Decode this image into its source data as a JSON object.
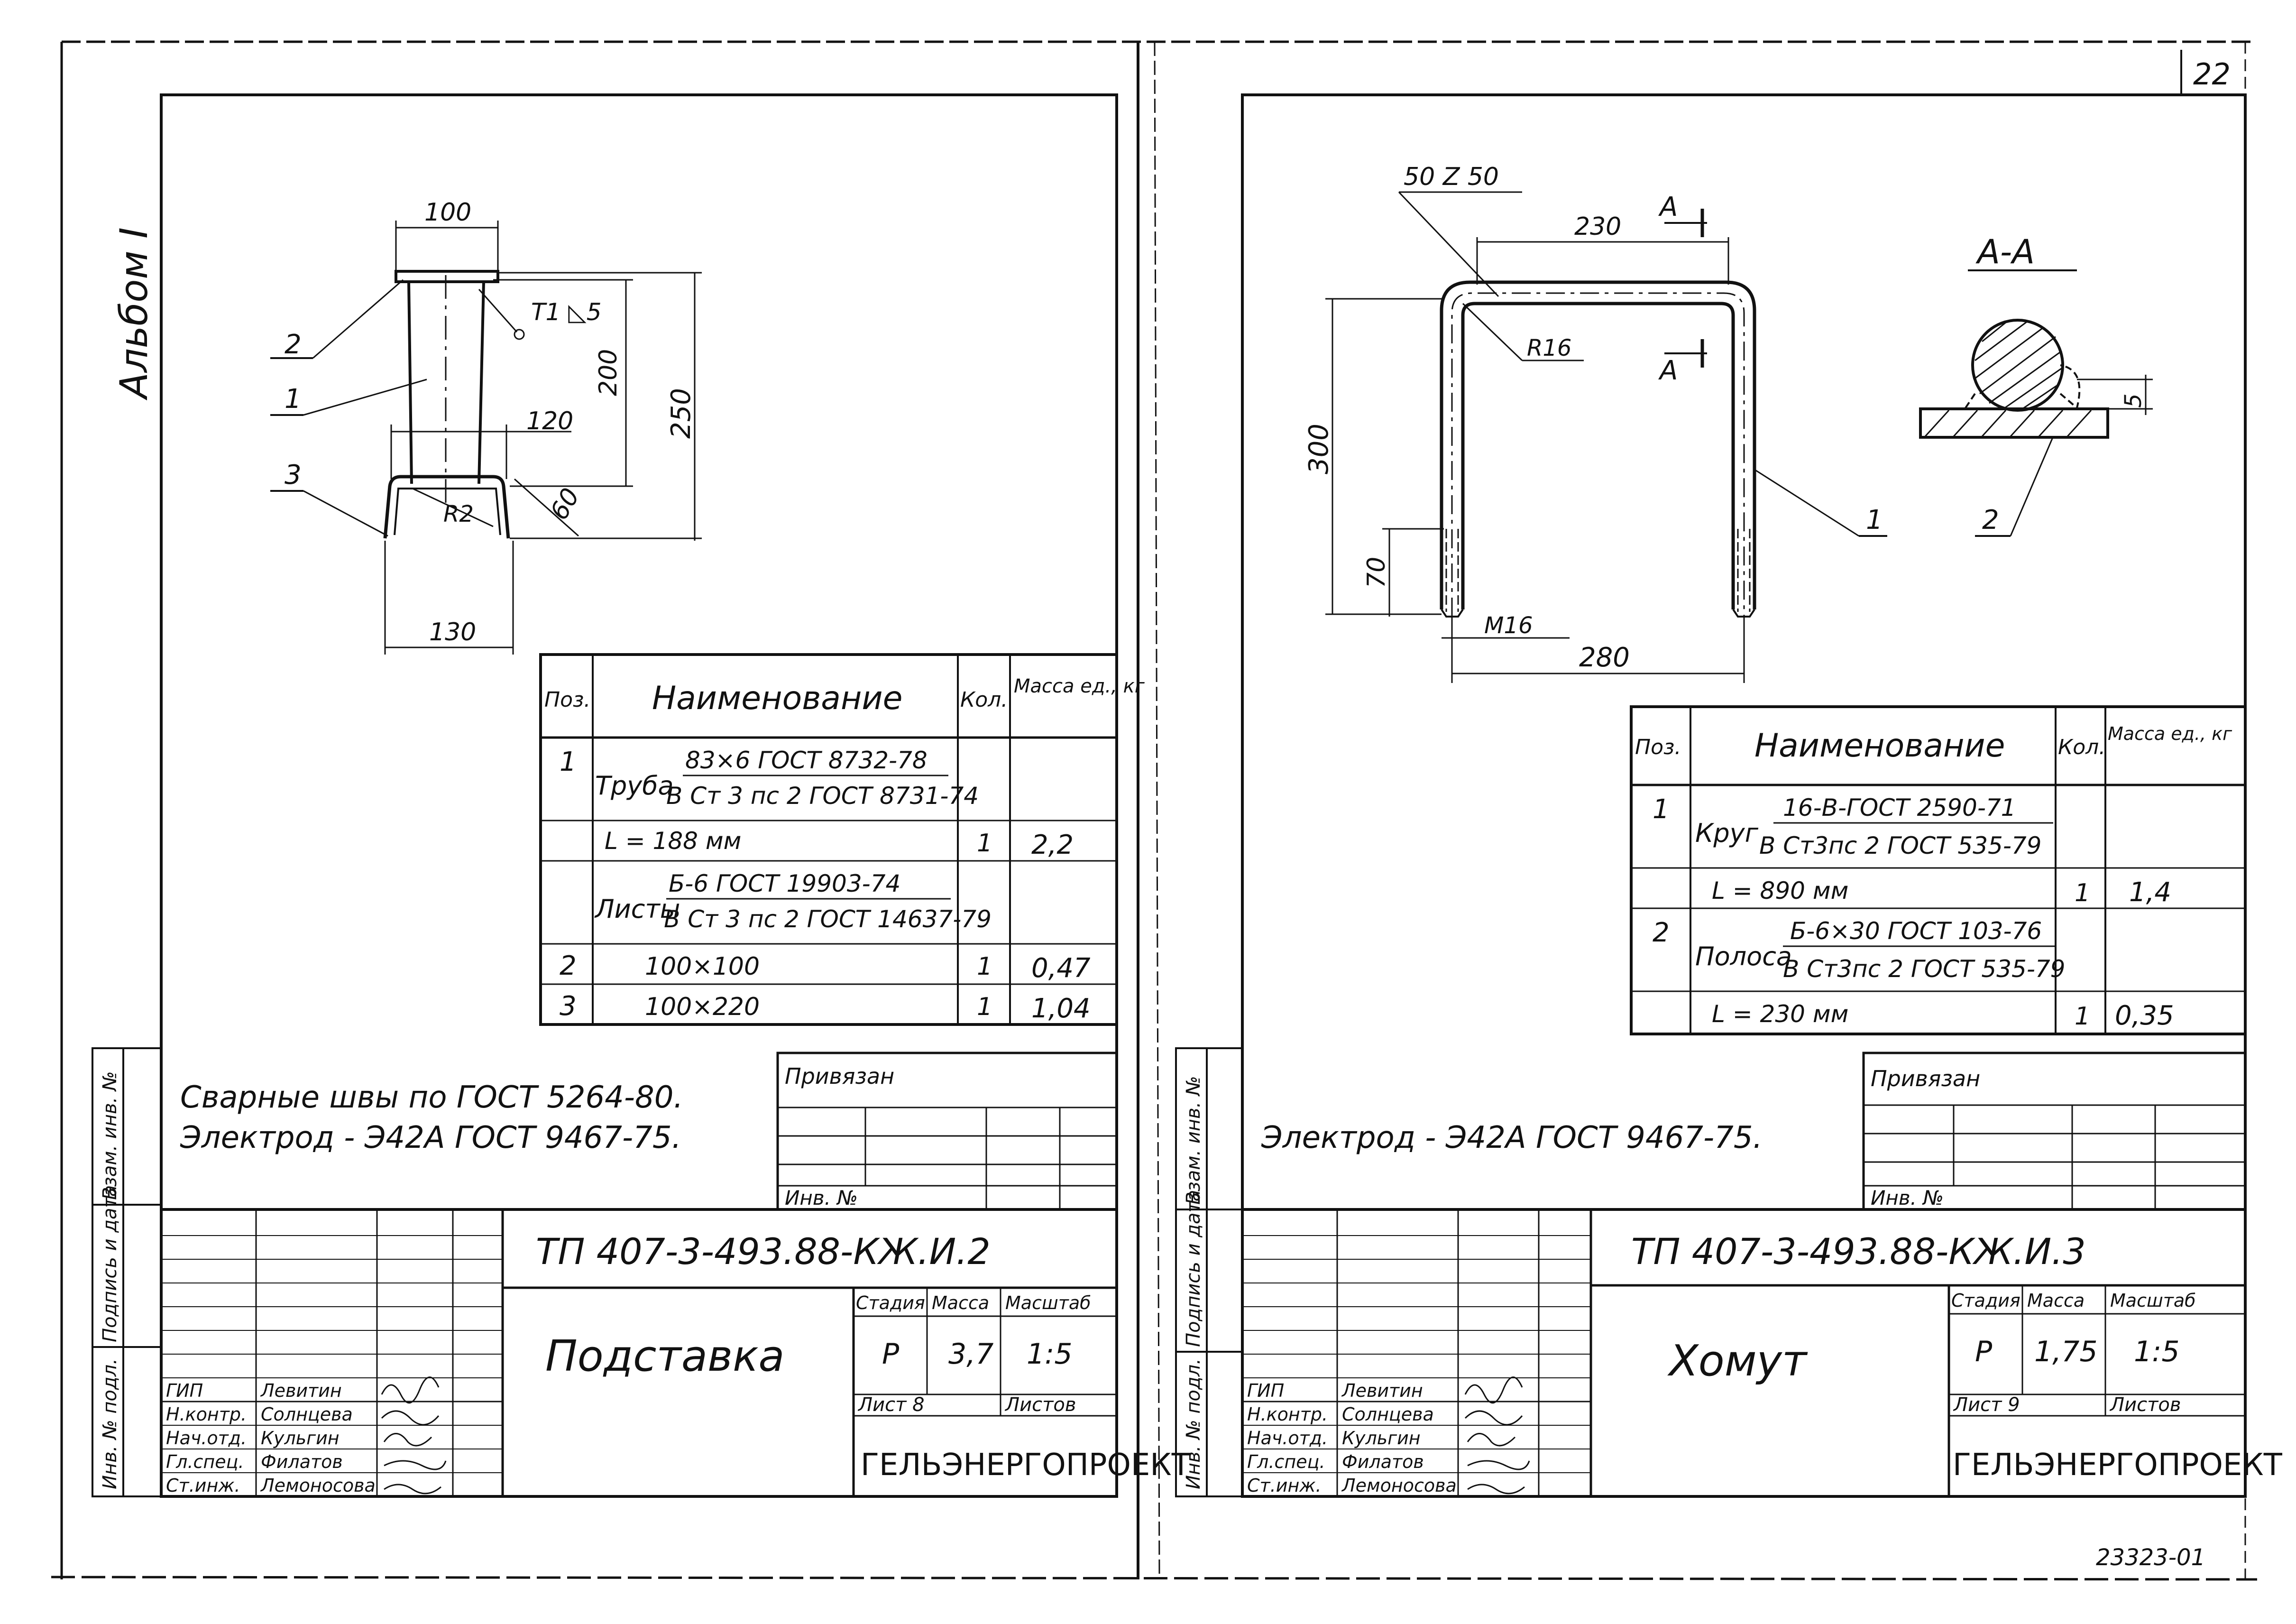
{
  "page": {
    "number": "22",
    "code": "23323-01"
  },
  "album": "Альбом I",
  "left": {
    "part_labels": [
      "1",
      "2",
      "3"
    ],
    "dims": {
      "d100": "100",
      "d120": "120",
      "d130": "130",
      "d200": "200",
      "d250": "250",
      "d60": "60",
      "r2": "R2",
      "weld": "T1 ◺5"
    },
    "spec": {
      "headers": [
        "Поз.",
        "Наименование",
        "Кол.",
        "Масса ед., кг"
      ],
      "rows": [
        {
          "pos": "1",
          "prefix": "Труба",
          "l1": "83×6 ГОСТ 8732-78",
          "l2": "В Ст 3 пс 2 ГОСТ 8731-74",
          "qty": "",
          "mass": ""
        },
        {
          "pos": "",
          "prefix": "",
          "l1": "L = 188 мм",
          "l2": "",
          "qty": "1",
          "mass": "2,2"
        },
        {
          "pos": "",
          "prefix": "Листы",
          "l1": "Б-6 ГОСТ 19903-74",
          "l2": "В Ст 3 пс 2 ГОСТ 14637-79",
          "qty": "",
          "mass": ""
        },
        {
          "pos": "2",
          "prefix": "",
          "l1": "100×100",
          "l2": "",
          "qty": "1",
          "mass": "0,47"
        },
        {
          "pos": "3",
          "prefix": "",
          "l1": "100×220",
          "l2": "",
          "qty": "1",
          "mass": "1,04"
        }
      ]
    },
    "notes": [
      "Сварные швы по ГОСТ 5264-80.",
      "Электрод - Э42А ГОСТ 9467-75."
    ],
    "stamp": {
      "privyazan": "Привязан",
      "inv": "Инв. №",
      "code": "ТП 407-3-493.88-КЖ.И.2",
      "title": "Подставка",
      "stadiya_h": "Стадия",
      "massa_h": "Масса",
      "masshtab_h": "Масштаб",
      "stadiya": "Р",
      "massa": "3,7",
      "masshtab": "1:5",
      "list": "Лист 8",
      "listov": "Листов",
      "org": "ГЕЛЬЭНЕРГОПРОЕКТ",
      "people": [
        {
          "role": "ГИП",
          "name": "Левитин"
        },
        {
          "role": "Н.контр.",
          "name": "Солнцева"
        },
        {
          "role": "Нач.отд.",
          "name": "Кульгин"
        },
        {
          "role": "Гл.спец.",
          "name": "Филатов"
        },
        {
          "role": "Ст.инж.",
          "name": "Лемоносова"
        }
      ]
    },
    "side_labels": [
      "Инв. № подл.",
      "Подпись и дата",
      "Взам. инв. №"
    ]
  },
  "right": {
    "part_labels": [
      "1",
      "2"
    ],
    "dims": {
      "d5050": "50 Z 50",
      "d230": "230",
      "d300": "300",
      "d70": "70",
      "d280": "280",
      "m16": "M16",
      "r16": "R16",
      "sec": "А",
      "d5": "5"
    },
    "section_title": "А-А",
    "spec": {
      "headers": [
        "Поз.",
        "Наименование",
        "Кол.",
        "Масса ед., кг"
      ],
      "rows": [
        {
          "pos": "1",
          "prefix": "Круг",
          "l1": "16-В-ГОСТ 2590-71",
          "l2": "В Ст3пс 2 ГОСТ 535-79",
          "qty": "",
          "mass": ""
        },
        {
          "pos": "",
          "prefix": "",
          "l1": "L = 890 мм",
          "l2": "",
          "qty": "1",
          "mass": "1,4"
        },
        {
          "pos": "2",
          "prefix": "Полоса",
          "l1": "Б-6×30 ГОСТ 103-76",
          "l2": "В Ст3пс 2 ГОСТ 535-79",
          "qty": "",
          "mass": ""
        },
        {
          "pos": "",
          "prefix": "",
          "l1": "L = 230 мм",
          "l2": "",
          "qty": "1",
          "mass": "0,35"
        }
      ]
    },
    "notes": [
      "Электрод - Э42А ГОСТ 9467-75."
    ],
    "stamp": {
      "privyazan": "Привязан",
      "inv": "Инв. №",
      "code": "ТП 407-3-493.88-КЖ.И.3",
      "title": "Хомут",
      "stadiya_h": "Стадия",
      "massa_h": "Масса",
      "masshtab_h": "Масштаб",
      "stadiya": "Р",
      "massa": "1,75",
      "masshtab": "1:5",
      "list": "Лист 9",
      "listov": "Листов",
      "org": "ГЕЛЬЭНЕРГОПРОЕКТ",
      "people": [
        {
          "role": "ГИП",
          "name": "Левитин"
        },
        {
          "role": "Н.контр.",
          "name": "Солнцева"
        },
        {
          "role": "Нач.отд.",
          "name": "Кульгин"
        },
        {
          "role": "Гл.спец.",
          "name": "Филатов"
        },
        {
          "role": "Ст.инж.",
          "name": "Лемоносова"
        }
      ]
    },
    "side_labels": [
      "Инв. № подл.",
      "Подпись и дата",
      "Взам. инв. №"
    ]
  }
}
